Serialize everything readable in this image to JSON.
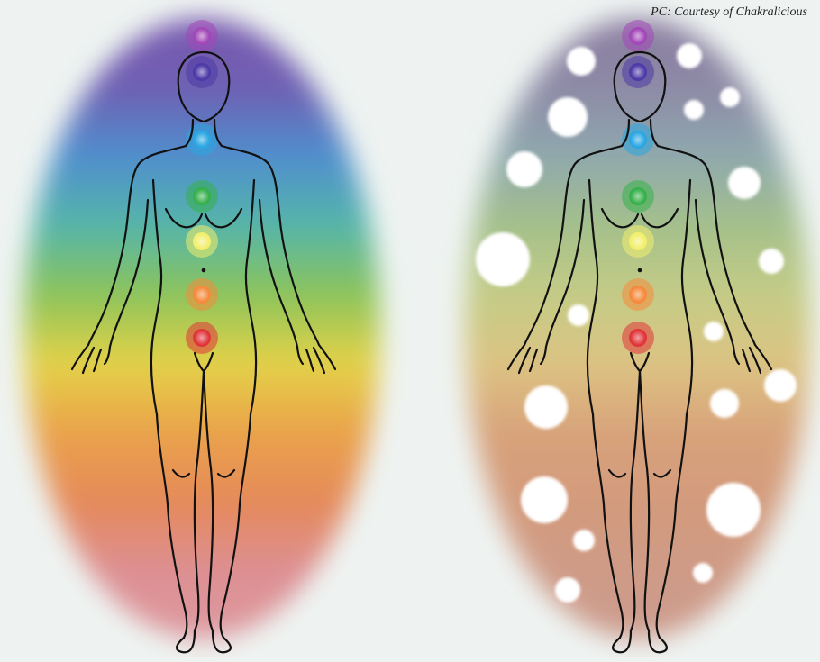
{
  "credit": "PC: Courtesy of Chakralicious",
  "panels": [
    {
      "name": "healthy-aura",
      "bands": [
        "#7a5ab0",
        "#6f5fb2",
        "#4f8fce",
        "#55b5a9",
        "#8cc45a",
        "#e4d249",
        "#eaa24b",
        "#e58a5a",
        "#dd8f93",
        "#dd9aa0"
      ],
      "holes": false
    },
    {
      "name": "damaged-aura",
      "bands": [
        "#8a7ca0",
        "#8e8aa6",
        "#8fa9ae",
        "#a4c08b",
        "#c4cc86",
        "#dcc383",
        "#d8a27a",
        "#d39b7d",
        "#cf9b87",
        "#cc9c8f"
      ],
      "holes": true
    }
  ],
  "chakras": [
    {
      "name": "crown",
      "color": "#a347b8"
    },
    {
      "name": "third-eye",
      "color": "#4d3aa6"
    },
    {
      "name": "throat",
      "color": "#2aa7e2"
    },
    {
      "name": "heart",
      "color": "#36b04a"
    },
    {
      "name": "solar-plexus",
      "color": "#f2ef6e"
    },
    {
      "name": "sacral",
      "color": "#f58a3c"
    },
    {
      "name": "root",
      "color": "#e0343a"
    }
  ]
}
